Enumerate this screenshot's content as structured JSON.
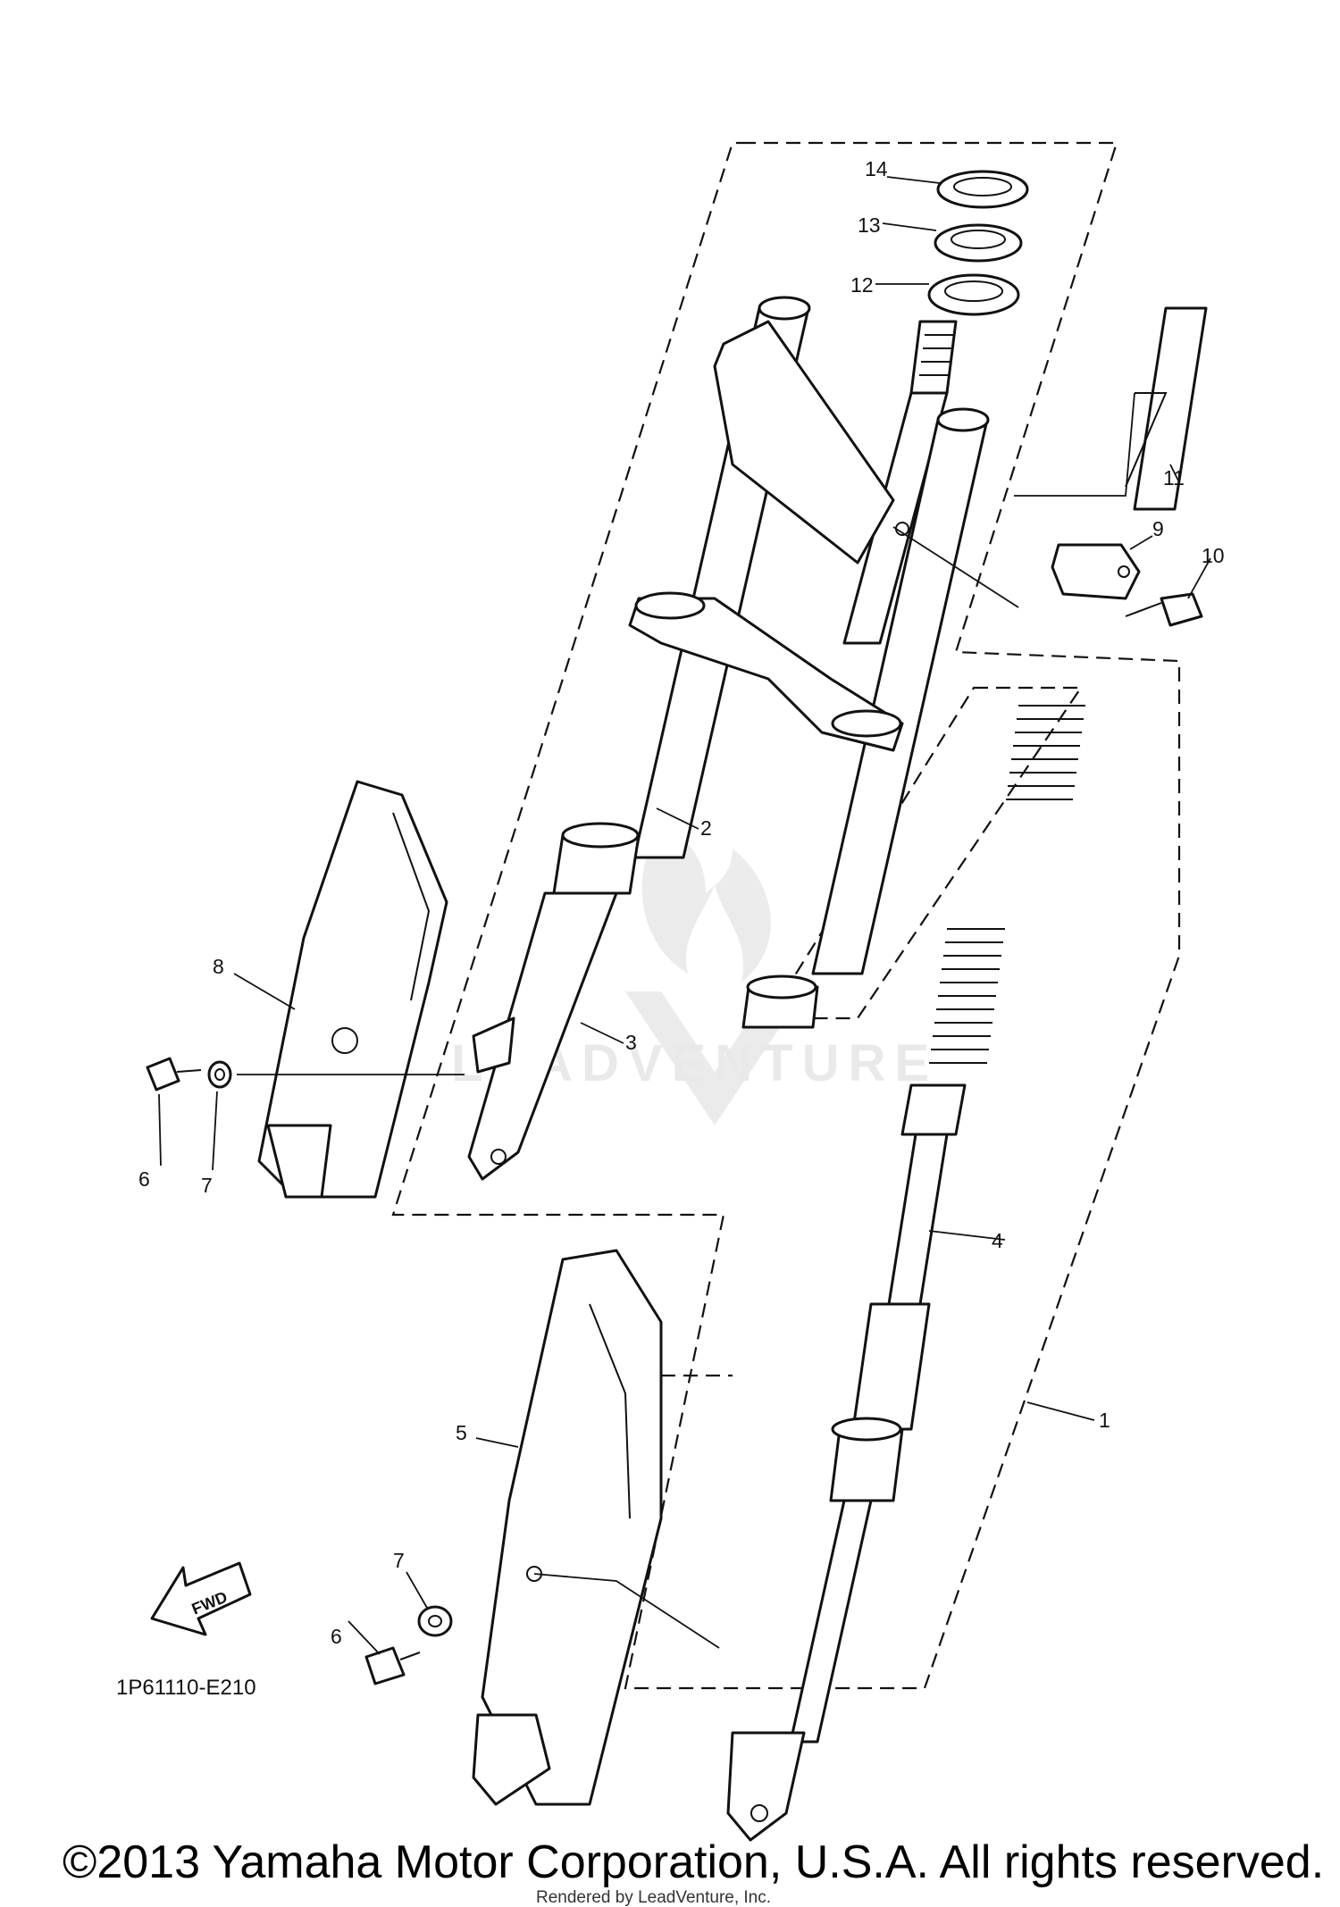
{
  "callouts": [
    "1",
    "2",
    "3",
    "4",
    "5",
    "6",
    "7",
    "8",
    "9",
    "10",
    "11",
    "12",
    "13",
    "14",
    "6",
    "7"
  ],
  "fwd_arrow_label": "FWD",
  "diagram_code": "1P61110-E210",
  "watermark_text": "LEADVENTURE",
  "copyright": "©2013 Yamaha Motor Corporation, U.S.A. All rights reserved.",
  "rendered_by": "Rendered by LeadVenture, Inc."
}
